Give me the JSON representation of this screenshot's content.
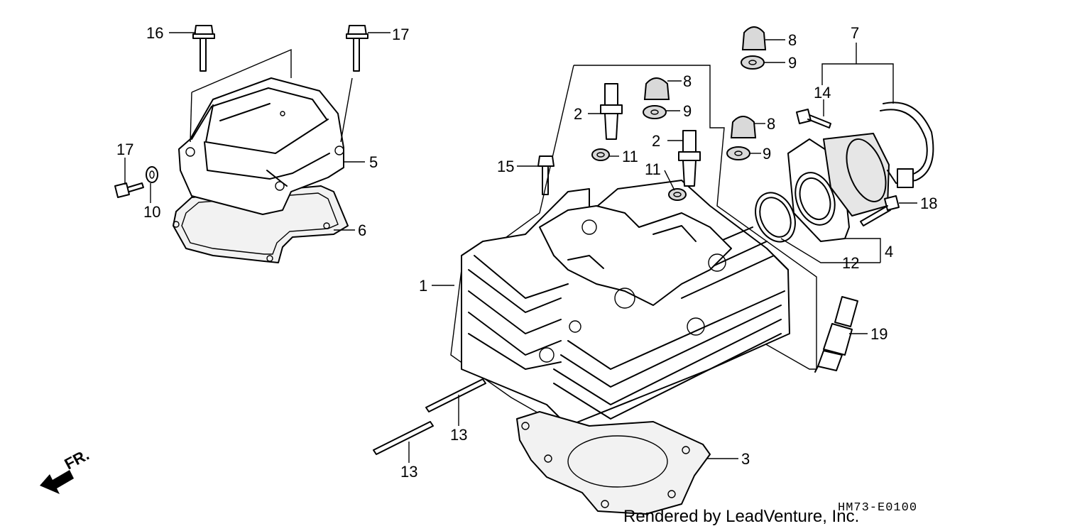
{
  "diagram_code": "HM73-E0100",
  "credit": "Rendered by LeadVenture, Inc.",
  "direction_label": "FR.",
  "callouts": [
    "1",
    "2",
    "2",
    "3",
    "4",
    "5",
    "6",
    "7",
    "8",
    "8",
    "8",
    "9",
    "9",
    "9",
    "10",
    "11",
    "11",
    "12",
    "13",
    "13",
    "14",
    "15",
    "16",
    "16",
    "17",
    "18",
    "19"
  ],
  "parts": [
    {
      "ref": "1",
      "name": "cylinder-head"
    },
    {
      "ref": "2",
      "name": "valve-guide"
    },
    {
      "ref": "3",
      "name": "cylinder-head-gasket"
    },
    {
      "ref": "4",
      "name": "head-cover"
    },
    {
      "ref": "5",
      "name": "head-cover-gasket"
    },
    {
      "ref": "6",
      "name": "insulator-assembly"
    },
    {
      "ref": "7",
      "name": "band-clamp"
    },
    {
      "ref": "8",
      "name": "cap-nut"
    },
    {
      "ref": "9",
      "name": "washer"
    },
    {
      "ref": "10",
      "name": "washer"
    },
    {
      "ref": "11",
      "name": "clip"
    },
    {
      "ref": "12",
      "name": "o-ring"
    },
    {
      "ref": "13",
      "name": "stud-bolt"
    },
    {
      "ref": "14",
      "name": "bolt"
    },
    {
      "ref": "15",
      "name": "bolt"
    },
    {
      "ref": "16",
      "name": "bolt"
    },
    {
      "ref": "17",
      "name": "bolt"
    },
    {
      "ref": "18",
      "name": "bolt"
    },
    {
      "ref": "19",
      "name": "spark-plug"
    }
  ]
}
